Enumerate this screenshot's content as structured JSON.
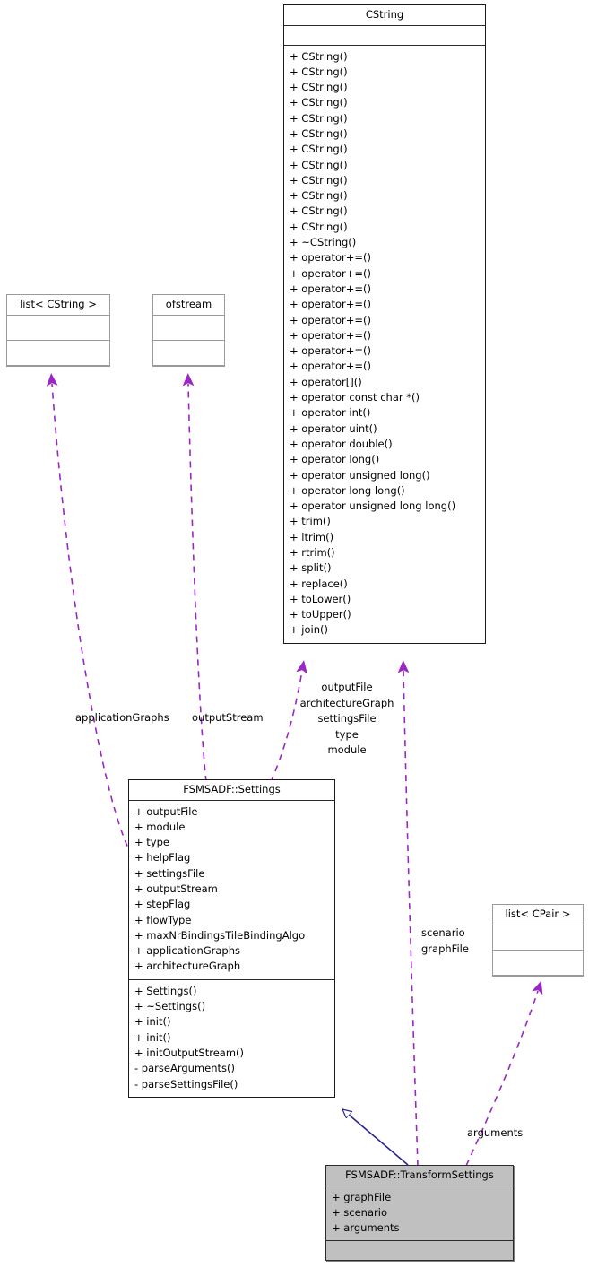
{
  "diagram": {
    "kind": "uml-class-diagram",
    "colors": {
      "background": "#ffffff",
      "box_border": "#2b2b2b",
      "box_fill": "#ffffff",
      "highlight_fill": "#c0c0c0",
      "usage_edge": "#9a27c4",
      "inheritance_edge": "#26268c",
      "text": "#000000"
    }
  },
  "classes": {
    "cstring": {
      "name": "CString",
      "attributes": [],
      "methods": [
        "+ CString()",
        "+ CString()",
        "+ CString()",
        "+ CString()",
        "+ CString()",
        "+ CString()",
        "+ CString()",
        "+ CString()",
        "+ CString()",
        "+ CString()",
        "+ CString()",
        "+ CString()",
        "+ ~CString()",
        "+ operator+=()",
        "+ operator+=()",
        "+ operator+=()",
        "+ operator+=()",
        "+ operator+=()",
        "+ operator+=()",
        "+ operator+=()",
        "+ operator+=()",
        "+ operator[]()",
        "+ operator const char *()",
        "+ operator int()",
        "+ operator uint()",
        "+ operator double()",
        "+ operator long()",
        "+ operator unsigned long()",
        "+ operator long long()",
        "+ operator unsigned long long()",
        "+ trim()",
        "+ ltrim()",
        "+ rtrim()",
        "+ split()",
        "+ replace()",
        "+ toLower()",
        "+ toUpper()",
        "+ join()"
      ]
    },
    "list_cstring": {
      "name": "list< CString >",
      "attributes": [],
      "methods": []
    },
    "ofstream": {
      "name": "ofstream",
      "attributes": [],
      "methods": []
    },
    "list_cpair": {
      "name": "list< CPair >",
      "attributes": [],
      "methods": []
    },
    "settings": {
      "name": "FSMSADF::Settings",
      "attributes": [
        "+ outputFile",
        "+ module",
        "+ type",
        "+ helpFlag",
        "+ settingsFile",
        "+ outputStream",
        "+ stepFlag",
        "+ flowType",
        "+ maxNrBindingsTileBindingAlgo",
        "+ applicationGraphs",
        "+ architectureGraph"
      ],
      "methods": [
        "+ Settings()",
        "+ ~Settings()",
        "+ init()",
        "+ init()",
        "+ initOutputStream()",
        "- parseArguments()",
        "- parseSettingsFile()"
      ]
    },
    "transform_settings": {
      "name": "FSMSADF::TransformSettings",
      "attributes": [
        "+ graphFile",
        "+ scenario",
        "+ arguments"
      ],
      "methods": []
    }
  },
  "edge_labels": {
    "application_graphs": "applicationGraphs",
    "output_stream": "outputStream",
    "cstring_settings_roles": "outputFile\narchitectureGraph\nsettingsFile\ntype\nmodule",
    "cstring_settings_roles_lines": [
      "outputFile",
      "architectureGraph",
      "settingsFile",
      "type",
      "module"
    ],
    "scenario_graphfile_lines": [
      "scenario",
      "graphFile"
    ],
    "arguments": "arguments"
  }
}
